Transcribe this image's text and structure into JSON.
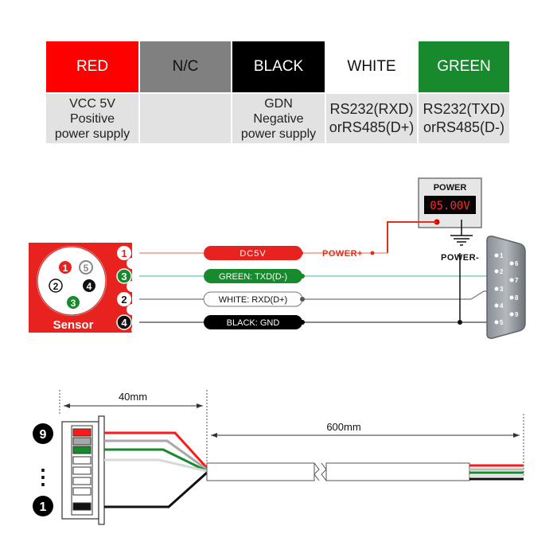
{
  "table": {
    "headers": [
      {
        "label": "RED",
        "bg": "#ff0000",
        "fg": "#ffffff"
      },
      {
        "label": "N/C",
        "bg": "#808080",
        "fg": "#111111"
      },
      {
        "label": "BLACK",
        "bg": "#000000",
        "fg": "#ffffff"
      },
      {
        "label": "WHITE",
        "bg": "#ffffff",
        "fg": "#111111"
      },
      {
        "label": "GREEN",
        "bg": "#168a2d",
        "fg": "#ffffff"
      }
    ],
    "descriptions": [
      "VCC 5V\nPositive\npower supply",
      "",
      "GDN\nNegative\npower supply",
      "RS232(RXD)\norRS485(D+)",
      "RS232(TXD)\norRS485(D-)"
    ]
  },
  "wiring": {
    "sensor_label": "Sensor",
    "pins_left": [
      "1",
      "3",
      "2",
      "4"
    ],
    "connector_pins": [
      "1",
      "5",
      "2",
      "4",
      "3"
    ],
    "wire_labels": [
      "DC5V",
      "GREEN: TXD(D-)",
      "WHITE: RXD(D+)",
      "BLACK: GND"
    ],
    "power_plus": "POWER+",
    "power_minus": "POWER-",
    "supply_title": "POWER",
    "supply_reading": "05.00V",
    "db9_pins_left": [
      "1",
      "2",
      "3",
      "4",
      "5"
    ],
    "db9_pins_right": [
      "6",
      "7",
      "8",
      "9"
    ]
  },
  "cable": {
    "dim_connector": "40mm",
    "dim_cable": "600mm",
    "pin_top": "9",
    "pin_bottom": "1",
    "ellipsis": "⋮"
  },
  "colors": {
    "red": "#ff0000",
    "dark_red": "#c81414",
    "green": "#168a2d",
    "black": "#000000",
    "gray": "#808080",
    "sensor_red": "#e8231f",
    "display_red": "#ff2020"
  }
}
